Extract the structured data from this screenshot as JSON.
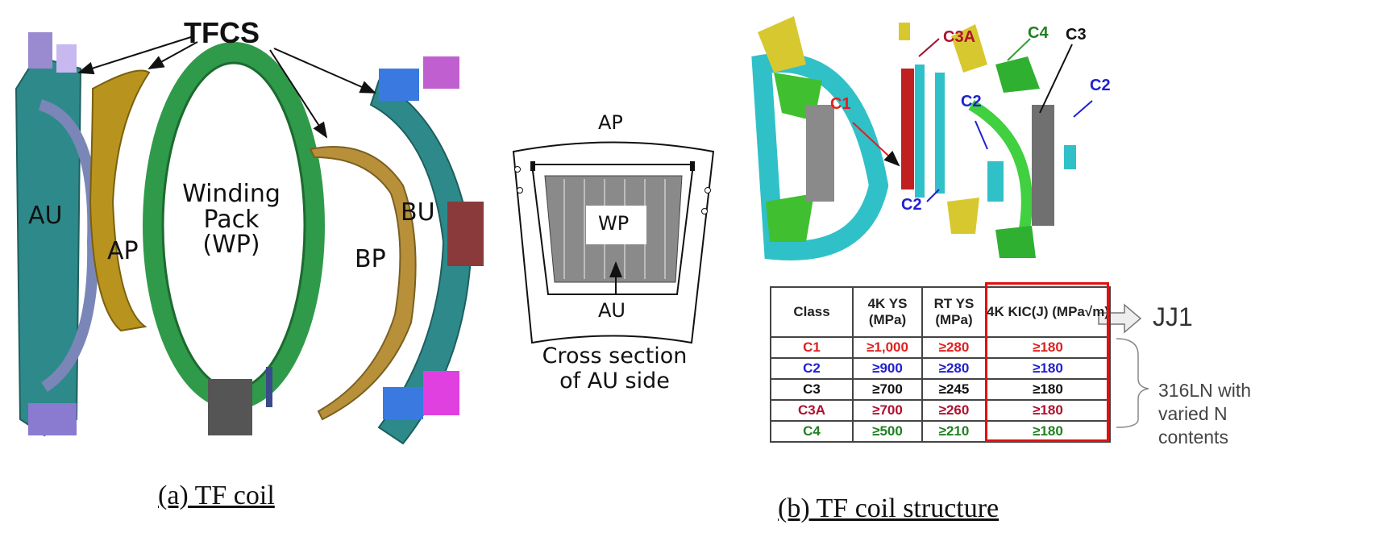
{
  "panel_a": {
    "tfcs_label": "TFCS",
    "labels": {
      "au": "AU",
      "ap": "AP",
      "wp_line1": "Winding",
      "wp_line2": "Pack",
      "wp_line3": "(WP)",
      "bp": "BP",
      "bu": "BU"
    },
    "caption": "(a) TF coil"
  },
  "cross_section": {
    "ap": "AP",
    "wp": "WP",
    "au": "AU",
    "caption_line1": "Cross section",
    "caption_line2": "of AU side"
  },
  "panel_b": {
    "part_labels": {
      "c1": "C1",
      "c2_a": "C2",
      "c2_b": "C2",
      "c2_c": "C2",
      "c3": "C3",
      "c3a": "C3A",
      "c4": "C4"
    },
    "table": {
      "headers": [
        "Class",
        "4K YS (MPa)",
        "RT YS (MPa)",
        "4K KIC(J) (MPa√m)"
      ],
      "rows": [
        {
          "cells": [
            "C1",
            "≥1,000",
            "≥280",
            "≥180"
          ],
          "color": "#e02020"
        },
        {
          "cells": [
            "C2",
            "≥900",
            "≥280",
            "≥180"
          ],
          "color": "#2020d0"
        },
        {
          "cells": [
            "C3",
            "≥700",
            "≥245",
            "≥180"
          ],
          "color": "#111111"
        },
        {
          "cells": [
            "C3A",
            "≥700",
            "≥260",
            "≥180"
          ],
          "color": "#b01030"
        },
        {
          "cells": [
            "C4",
            "≥500",
            "≥210",
            "≥180"
          ],
          "color": "#208020"
        }
      ]
    },
    "jj1": "JJ1",
    "note_line1": "316LN with",
    "note_line2": "varied N",
    "note_line3": "contents",
    "caption": "(b) TF coil structure"
  },
  "colors": {
    "highlight": "#e01010",
    "c1": "#e02020",
    "c2": "#2020d0",
    "c3": "#111111",
    "c3a": "#b01030",
    "c4": "#208020"
  }
}
